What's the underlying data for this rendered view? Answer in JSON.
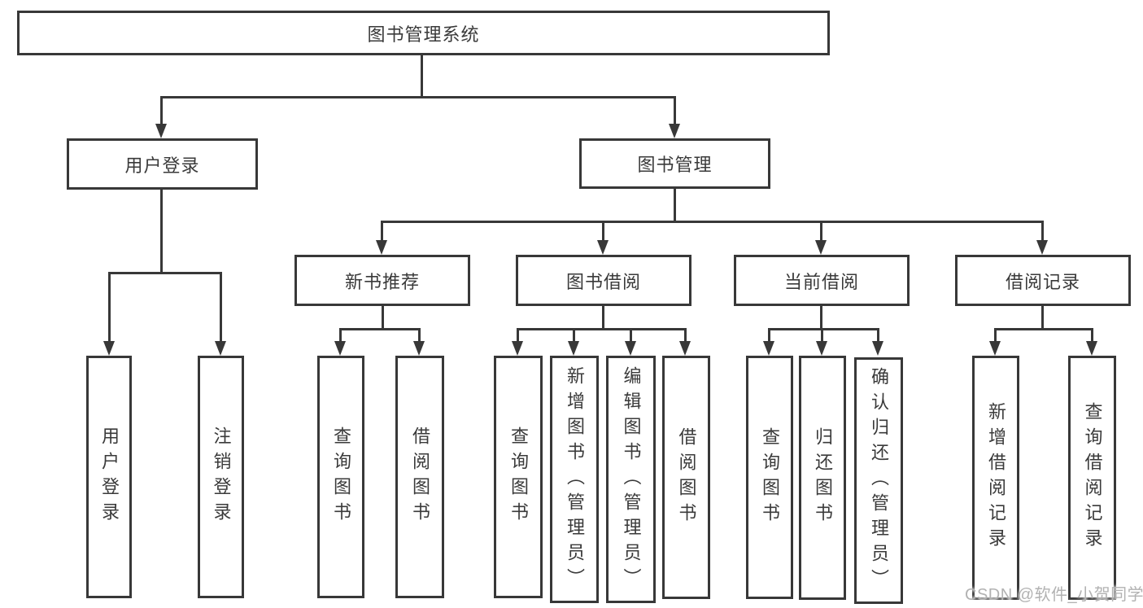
{
  "style": {
    "background": "#ffffff",
    "line_color": "#383838",
    "text_color": "#3a3a3a",
    "watermark_color": "#b2b2b2"
  },
  "watermark": {
    "text": "CSDN @软件_小贺同学"
  },
  "tree": {
    "root": {
      "label": "图书管理系统"
    },
    "branches": [
      {
        "label": "用户登录",
        "children": [
          {
            "label": "用户登录"
          },
          {
            "label": "注销登录"
          }
        ]
      },
      {
        "label": "图书管理",
        "children": [
          {
            "label": "新书推荐",
            "children": [
              {
                "label": "查询图书"
              },
              {
                "label": "借阅图书"
              }
            ]
          },
          {
            "label": "图书借阅",
            "children": [
              {
                "label": "查询图书"
              },
              {
                "label": "新增图书（管理员）"
              },
              {
                "label": "编辑图书（管理员）"
              },
              {
                "label": "借阅图书"
              }
            ]
          },
          {
            "label": "当前借阅",
            "children": [
              {
                "label": "查询图书"
              },
              {
                "label": "归还图书"
              },
              {
                "label": "确认归还（管理员）"
              }
            ]
          },
          {
            "label": "借阅记录",
            "children": [
              {
                "label": "新增借阅记录"
              },
              {
                "label": "查询借阅记录"
              }
            ]
          }
        ]
      }
    ]
  }
}
